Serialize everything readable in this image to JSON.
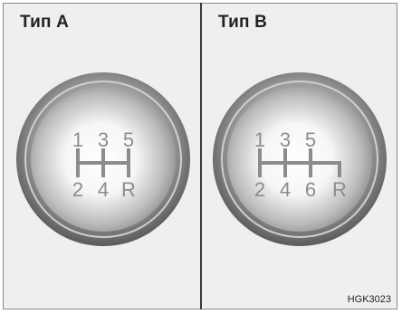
{
  "panels": [
    {
      "title": "Тип A",
      "top_gears": [
        "1",
        "3",
        "5"
      ],
      "bottom_gears": [
        "2",
        "4",
        "R"
      ]
    },
    {
      "title": "Тип B",
      "top_gears": [
        "1",
        "3",
        "5"
      ],
      "bottom_gears": [
        "2",
        "4",
        "6",
        "R"
      ]
    }
  ],
  "figure_code": "HGK3023"
}
